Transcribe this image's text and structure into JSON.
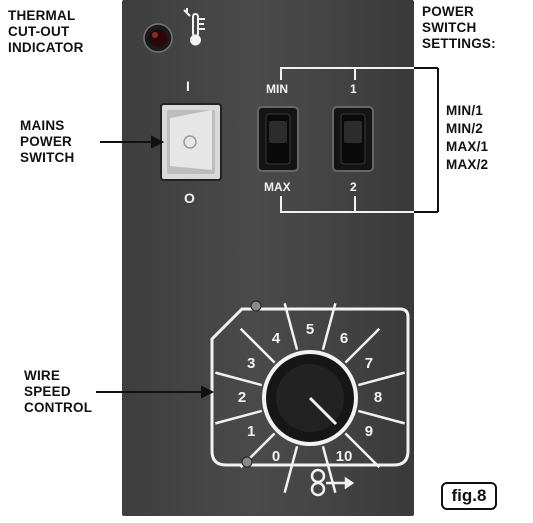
{
  "callouts": {
    "thermal": [
      "THERMAL",
      "CUT-OUT",
      "INDICATOR"
    ],
    "power_switch_settings": [
      "POWER",
      "SWITCH",
      "SETTINGS:"
    ],
    "mains": [
      "MAINS",
      "POWER",
      "SWITCH"
    ],
    "wire_speed": [
      "WIRE",
      "SPEED",
      "CONTROL"
    ]
  },
  "settings_list": [
    "MIN/1",
    "MIN/2",
    "MAX/1",
    "MAX/2"
  ],
  "mains_switch": {
    "on_label": "I",
    "off_label": "O"
  },
  "min_max_switch": {
    "top_label": "MIN",
    "bottom_label": "MAX"
  },
  "one_two_switch": {
    "top_label": "1",
    "bottom_label": "2"
  },
  "dial": {
    "numbers": [
      "0",
      "1",
      "2",
      "3",
      "4",
      "5",
      "6",
      "7",
      "8",
      "9",
      "10"
    ]
  },
  "figure_label": "fig.8",
  "colors": {
    "panel": "#444444",
    "indicator_red": "#7a1010",
    "switch_red": "#b8b8b8"
  }
}
